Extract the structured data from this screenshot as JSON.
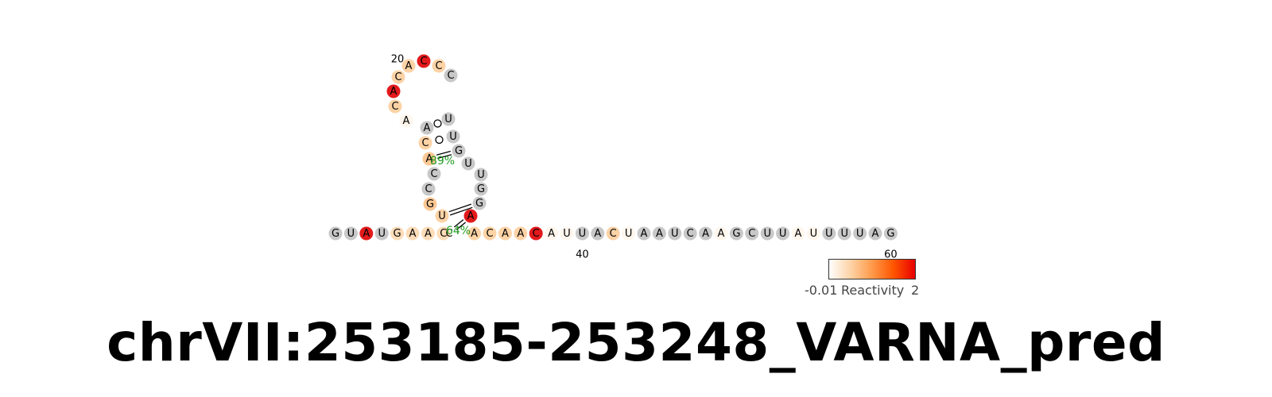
{
  "title": "chrVII:253185-253248_VARNA_pred",
  "sequence": "GUAUGAACCUGCCACAACACACCCGUUUUGGAACAACAUUACUAAUCAAGCUUAUUUUAG",
  "reactivity": [
    -1,
    -1,
    2,
    -1,
    0.4,
    0.4,
    0.4,
    0.4,
    0,
    0.5,
    0.6,
    -1,
    -1,
    -1,
    0.5,
    0.6,
    0.1,
    0.5,
    2,
    0.5,
    0.5,
    2,
    0.5,
    -1,
    -1,
    -1,
    -1,
    -1,
    -1,
    -1,
    -1,
    2,
    0.5,
    0.5,
    0.5,
    0.5,
    2,
    0.1,
    0.1,
    -1,
    -1,
    0.5,
    0.1,
    -1,
    -1,
    -1,
    -1,
    -1,
    0.1,
    -1,
    -1,
    -1,
    -1,
    0.1,
    0.1,
    -1,
    -1,
    -1,
    -1,
    -1
  ],
  "pairs": [
    [
      8,
      31
    ],
    [
      9,
      30
    ],
    [
      13,
      26
    ],
    [
      14,
      25
    ],
    [
      15,
      24
    ]
  ],
  "pair_types": [
    "canonical",
    "canonical",
    "gu",
    "gu",
    "canonical"
  ],
  "probabilities": [
    {
      "label": "64%",
      "pair": 0
    },
    {
      "label": "89%",
      "pair": 4
    }
  ],
  "index_labels": [
    {
      "index": 19,
      "text": "20"
    },
    {
      "index": 39,
      "text": "40"
    },
    {
      "index": 59,
      "text": "60"
    }
  ],
  "legend": {
    "min_label": "-0.01",
    "caption": "Reactivity",
    "max_label": "2",
    "colors": [
      "#ffffff",
      "#fdd3a6",
      "#ff9a4a",
      "#ff5500",
      "#e80000"
    ]
  },
  "colors": {
    "no_data": "#c8c8c8",
    "high": "#e31a1c",
    "probability_text": "#1f9a1f"
  }
}
